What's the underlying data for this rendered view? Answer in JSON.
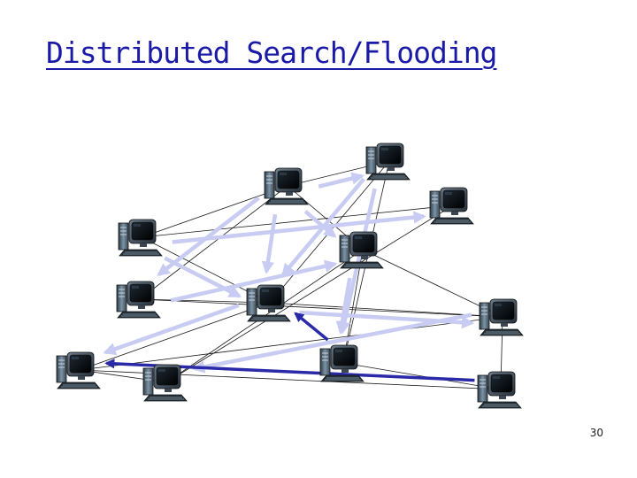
{
  "title": "Distributed Search/Flooding",
  "page_number": "30",
  "colors": {
    "title": "#1a1aa6",
    "link": "#1a1a1a",
    "flood_arrow": "#c8ccf2",
    "response_arrow": "#2a2aa8"
  },
  "nodes": [
    {
      "id": "A",
      "icon": "desktop-computer-icon"
    },
    {
      "id": "B",
      "icon": "desktop-computer-icon"
    },
    {
      "id": "C",
      "icon": "desktop-computer-icon"
    },
    {
      "id": "D",
      "icon": "desktop-computer-icon"
    },
    {
      "id": "E",
      "icon": "desktop-computer-icon"
    },
    {
      "id": "F",
      "icon": "desktop-computer-icon"
    },
    {
      "id": "G",
      "icon": "desktop-computer-icon"
    },
    {
      "id": "H",
      "icon": "desktop-computer-icon"
    },
    {
      "id": "I",
      "icon": "desktop-computer-icon"
    },
    {
      "id": "J",
      "icon": "desktop-computer-icon"
    },
    {
      "id": "K",
      "icon": "desktop-computer-icon"
    },
    {
      "id": "L",
      "icon": "desktop-computer-icon"
    }
  ],
  "links": [
    [
      "A",
      "B"
    ],
    [
      "A",
      "C"
    ],
    [
      "A",
      "E"
    ],
    [
      "A",
      "G"
    ],
    [
      "B",
      "D"
    ],
    [
      "B",
      "F"
    ],
    [
      "C",
      "F"
    ],
    [
      "C",
      "H"
    ],
    [
      "D",
      "K"
    ],
    [
      "E",
      "F"
    ],
    [
      "E",
      "I"
    ],
    [
      "F",
      "I"
    ],
    [
      "F",
      "J"
    ],
    [
      "G",
      "I"
    ],
    [
      "G",
      "H"
    ],
    [
      "G",
      "K"
    ],
    [
      "H",
      "L"
    ],
    [
      "I",
      "J"
    ],
    [
      "I",
      "L"
    ],
    [
      "J",
      "K"
    ],
    [
      "J",
      "L"
    ]
  ],
  "flood_arrows": [
    [
      "B",
      "D"
    ],
    [
      "A",
      "C"
    ],
    [
      "A",
      "E"
    ],
    [
      "A",
      "F"
    ],
    [
      "A",
      "G"
    ],
    [
      "B",
      "F"
    ],
    [
      "E",
      "G"
    ],
    [
      "C",
      "F"
    ],
    [
      "C",
      "H"
    ],
    [
      "F",
      "I"
    ],
    [
      "F",
      "J"
    ],
    [
      "I",
      "K"
    ],
    [
      "G",
      "H"
    ]
  ],
  "response_arrows": [
    [
      "H",
      "F"
    ],
    [
      "L",
      "J"
    ]
  ]
}
